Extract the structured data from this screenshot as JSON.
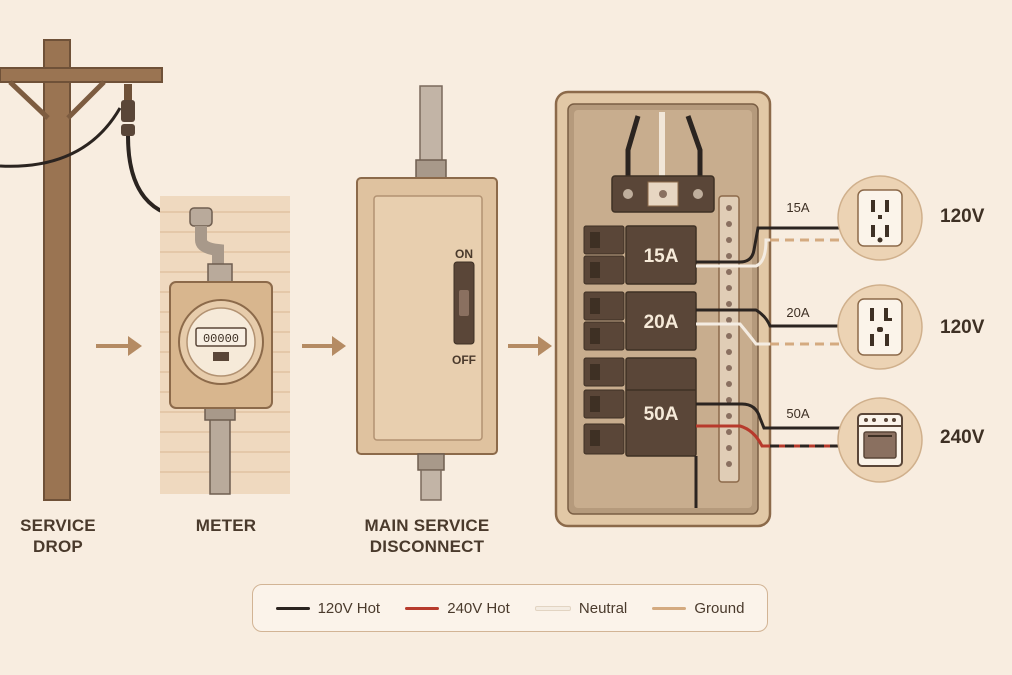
{
  "stages": {
    "service_drop": [
      "SERVICE",
      "DROP"
    ],
    "meter": [
      "METER"
    ],
    "main_disconnect": [
      "MAIN SERVICE",
      "DISCONNECT"
    ]
  },
  "meter_reading": "00000",
  "disconnect_switch": {
    "on": "ON",
    "off": "OFF"
  },
  "breakers": [
    {
      "rating": "15A",
      "wire_label": "15A",
      "load": "outlet",
      "voltage": "120V"
    },
    {
      "rating": "20A",
      "wire_label": "20A",
      "load": "outlet",
      "voltage": "120V"
    },
    {
      "rating": "50A",
      "wire_label": "50A",
      "load": "range",
      "voltage": "240V"
    }
  ],
  "legend": [
    {
      "label": "120V Hot",
      "color": "#2b2420"
    },
    {
      "label": "240V Hot",
      "color": "#b73a2c"
    },
    {
      "label": "Neutral",
      "color": "#f4ece2"
    },
    {
      "label": "Ground",
      "color": "#d4aa80"
    }
  ],
  "colors": {
    "background": "#f8ede0",
    "panel": "#e2c8a6",
    "breaker": "#5a4638",
    "accent_arrow": "#b58b63"
  },
  "icons": [
    "utility-pole-icon",
    "electric-meter-icon",
    "disconnect-switch-icon",
    "breaker-panel-icon",
    "outlet-icon",
    "range-icon",
    "arrow-right-icon"
  ]
}
